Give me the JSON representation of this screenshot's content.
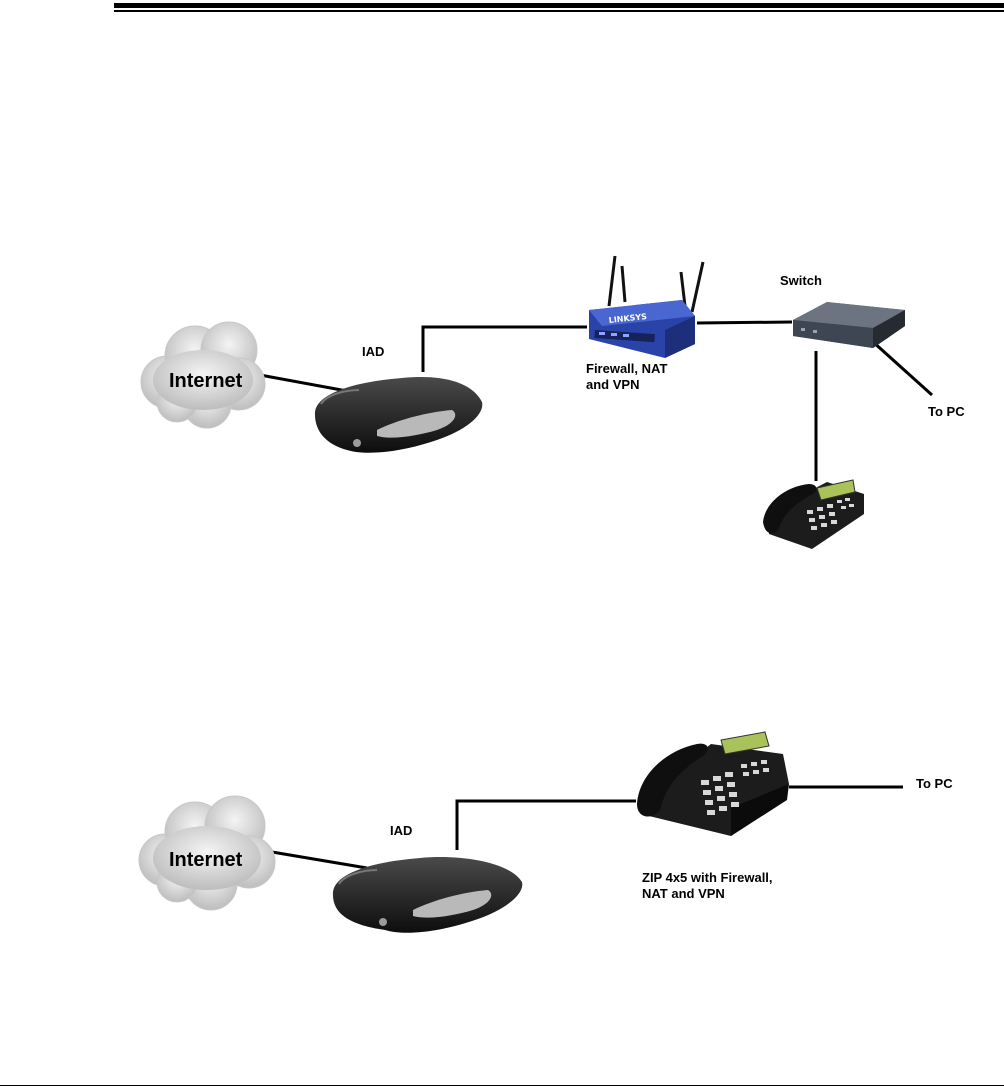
{
  "diagram1": {
    "cloud_label": "Internet",
    "iad_label": "IAD",
    "router_label": "Firewall, NAT\nand VPN",
    "switch_label": "Switch",
    "pc_label": "To PC",
    "router_brand": "LINKSYS"
  },
  "diagram2": {
    "cloud_label": "Internet",
    "iad_label": "IAD",
    "phone_label": "ZIP 4x5 with Firewall,\nNAT and VPN",
    "pc_label": "To PC"
  },
  "colors": {
    "router_blue": "#2a43a8",
    "device_black": "#1a1a1a",
    "switch_slate": "#3d4652",
    "cloud_grey": "#d4d4d4",
    "lcd_green": "#a9c25a"
  }
}
